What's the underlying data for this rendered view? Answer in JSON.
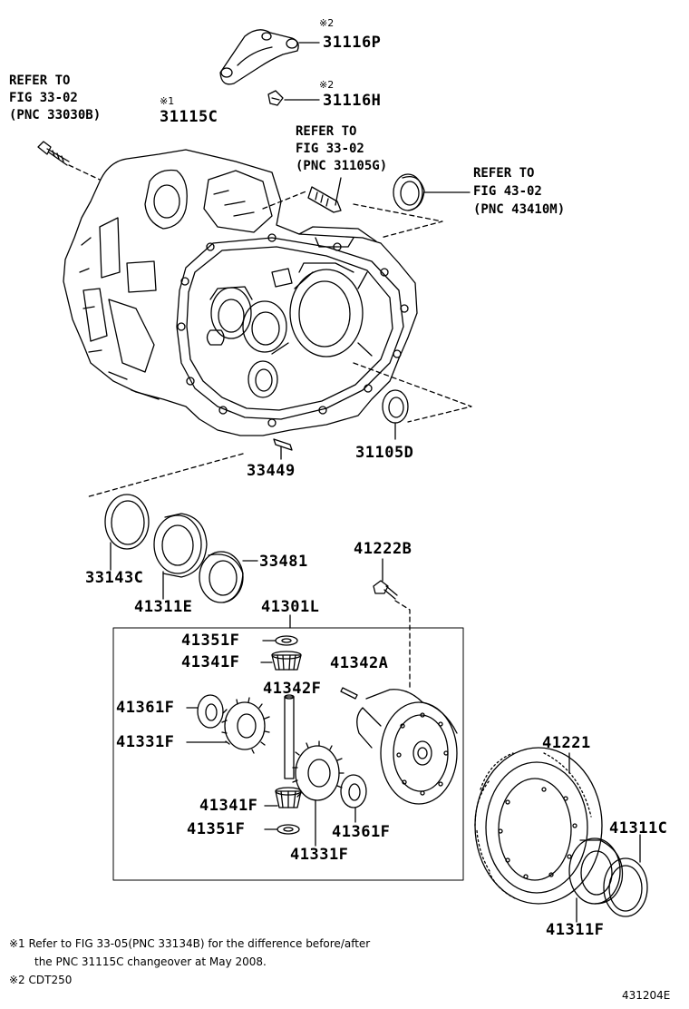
{
  "parts": {
    "p31116P": {
      "mark": "※2",
      "number": "31116P"
    },
    "p31116H": {
      "mark": "※2",
      "number": "31116H"
    },
    "p31115C": {
      "mark": "※1",
      "number": "31115C"
    },
    "p31105D": {
      "number": "31105D"
    },
    "p33449": {
      "number": "33449"
    },
    "p33143C": {
      "number": "33143C"
    },
    "p33481": {
      "number": "33481"
    },
    "p41311E": {
      "number": "41311E"
    },
    "p41222B": {
      "number": "41222B"
    },
    "p41301L": {
      "number": "41301L"
    },
    "p41351F_top": {
      "number": "41351F"
    },
    "p41341F_top": {
      "number": "41341F"
    },
    "p41342A": {
      "number": "41342A"
    },
    "p41342F": {
      "number": "41342F"
    },
    "p41361F_left": {
      "number": "41361F"
    },
    "p41331F_left": {
      "number": "41331F"
    },
    "p41341F_bottom": {
      "number": "41341F"
    },
    "p41351F_bottom": {
      "number": "41351F"
    },
    "p41331F_bottom": {
      "number": "41331F"
    },
    "p41361F_right": {
      "number": "41361F"
    },
    "p41221": {
      "number": "41221"
    },
    "p41311C": {
      "number": "41311C"
    },
    "p41311F": {
      "number": "41311F"
    }
  },
  "references": {
    "ref_33030B": {
      "line1": "REFER TO",
      "line2": "FIG 33-02",
      "line3": "(PNC 33030B)"
    },
    "ref_31105G": {
      "line1": "REFER TO",
      "line2": "FIG 33-02",
      "line3": "(PNC 31105G)"
    },
    "ref_43410M": {
      "line1": "REFER TO",
      "line2": "FIG 43-02",
      "line3": "(PNC 43410M)"
    }
  },
  "notes": {
    "note1_line1": "※1 Refer to FIG 33-05(PNC 33134B) for the difference before/after",
    "note1_line2": "the PNC 31115C changeover at May 2008.",
    "note2": "※2 CDT250"
  },
  "figure_id": "431204E"
}
